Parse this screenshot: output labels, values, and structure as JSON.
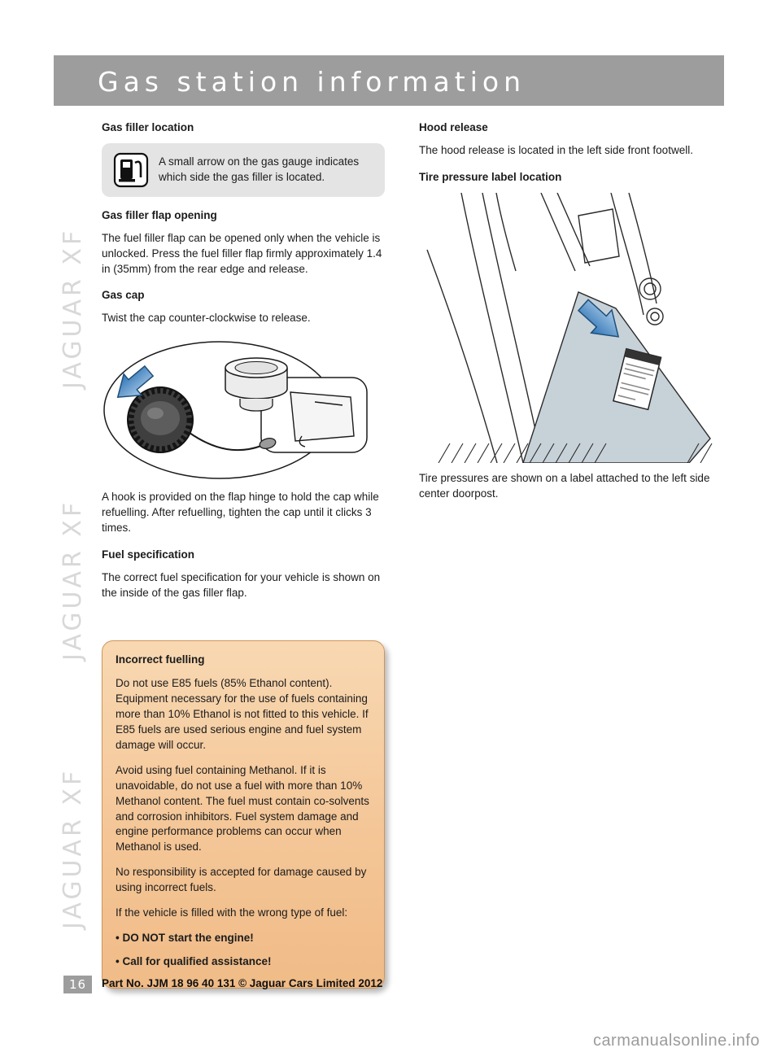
{
  "colors": {
    "header_bar": "#9d9d9d",
    "note_box": "#e4e4e4",
    "warning_box_top": "#f8d8b2",
    "warning_box_bottom": "#f0bb87",
    "warning_border": "#cf9659",
    "arrow_blue": "#2e74b5",
    "side_watermark_gray": "#d8d8d8"
  },
  "header": {
    "title": "Gas station information"
  },
  "side_watermark": {
    "text": "JAGUAR XF"
  },
  "left": {
    "gas_filler_location": {
      "heading": "Gas filler location",
      "icon": "fuel-pump-icon",
      "note": "A small arrow on the gas gauge indicates which side the gas filler is located."
    },
    "gas_filler_flap": {
      "heading": "Gas filler flap opening",
      "body": "The fuel filler flap can be opened only when the vehicle is unlocked. Press the fuel filler flap firmly approximately 1.4 in (35mm) from the rear edge and release."
    },
    "gas_cap": {
      "heading": "Gas cap",
      "body": "Twist the cap counter-clockwise to release.",
      "illustration": "gas-cap-line-drawing",
      "caption": "A hook is provided on the flap hinge to hold the cap while refuelling. After refuelling, tighten the cap until it clicks 3 times."
    },
    "fuel_specification": {
      "heading": "Fuel specification",
      "body": "The correct fuel specification for your vehicle is shown on the inside of the gas filler flap."
    },
    "warning": {
      "heading": "Incorrect fuelling",
      "paragraphs": [
        "Do not use E85 fuels (85% Ethanol content). Equipment necessary for the use of fuels containing more than 10% Ethanol is not fitted to this vehicle. If E85 fuels are used serious engine and fuel system damage will occur.",
        "Avoid using fuel containing Methanol. If it is unavoidable, do not use a fuel with more than 10% Methanol content.  The fuel must contain co-solvents and corrosion inhibitors. Fuel system damage and engine performance problems can occur when Methanol is used.",
        "No responsibility is accepted for damage caused by using incorrect fuels.",
        "If the vehicle is filled with the wrong type of fuel:"
      ],
      "bullets": [
        "DO NOT start the engine!",
        "Call for qualified assistance!"
      ]
    }
  },
  "right": {
    "hood_release": {
      "heading": "Hood release",
      "body": "The hood release is located in the left side front footwell."
    },
    "tire_pressure": {
      "heading": "Tire pressure label location",
      "illustration": "doorpost-label-line-drawing",
      "caption": "Tire pressures are shown on a label attached to the left side center doorpost."
    }
  },
  "footer": {
    "page_number": "16",
    "part_text": "Part No. JJM 18 96 40 131  © Jaguar Cars Limited 2012"
  },
  "watermark": {
    "site": "carmanualsonline.info"
  }
}
